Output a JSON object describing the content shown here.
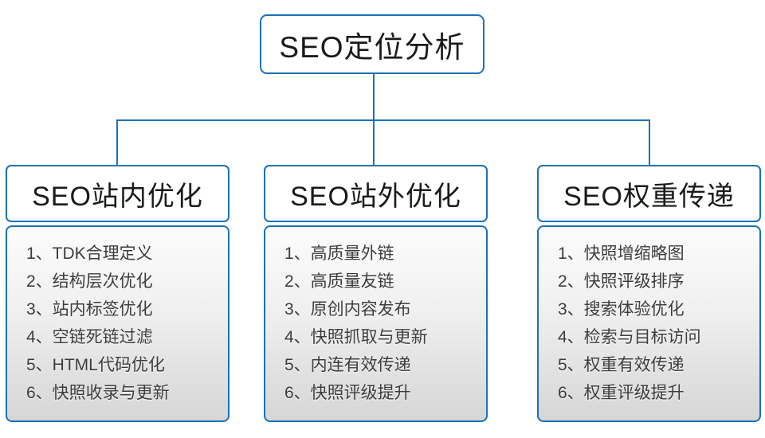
{
  "root": {
    "label": "SEO定位分析"
  },
  "columns": [
    {
      "title": "SEO站内优化",
      "items": [
        "1、TDK合理定义",
        "2、结构层次优化",
        "3、站内标签优化",
        "4、空链死链过滤",
        "5、HTML代码优化",
        "6、快照收录与更新"
      ]
    },
    {
      "title": "SEO站外优化",
      "items": [
        "1、高质量外链",
        "2、高质量友链",
        "3、原创内容发布",
        "4、快照抓取与更新",
        "5、内连有效传递",
        "6、快照评级提升"
      ]
    },
    {
      "title": "SEO权重传递",
      "items": [
        "1、快照增缩略图",
        "2、快照评级排序",
        "3、搜索体验优化",
        "4、检索与目标访问",
        "5、权重有效传递",
        "6、权重评级提升"
      ]
    }
  ],
  "colors": {
    "border_blue": "#1b70b9",
    "body_gradient_top": "#fcfcfc",
    "body_gradient_bottom": "#d6d6d6",
    "heading_text": "#1a1a1a",
    "item_text": "#3c3c3c",
    "background": "#ffffff"
  }
}
